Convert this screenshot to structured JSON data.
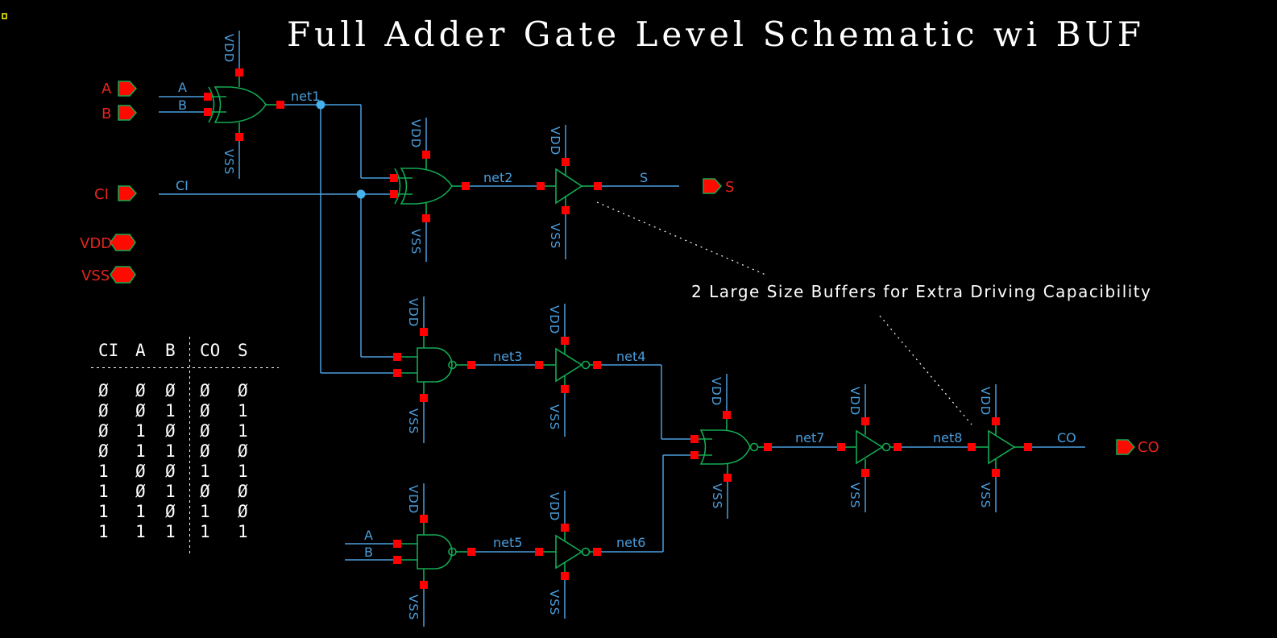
{
  "title": "Full Adder Gate Level Schematic wi BUF",
  "annotation": "2 Large Size Buffers for Extra Driving Capacibility",
  "supply_labels": {
    "vdd": "VDD",
    "vss": "VSS"
  },
  "io_pins": {
    "a": {
      "label": "A"
    },
    "b": {
      "label": "B"
    },
    "ci": {
      "label": "CI"
    },
    "vdd": {
      "label": "VDD"
    },
    "vss": {
      "label": "VSS"
    },
    "s": {
      "label": "S"
    },
    "co": {
      "label": "CO"
    }
  },
  "wire_labels": {
    "a_top": "A",
    "b_top": "B",
    "ci": "CI",
    "a_bottom": "A",
    "b_bottom": "B",
    "s": "S",
    "co": "CO"
  },
  "nets": {
    "net1": "net1",
    "net2": "net2",
    "net3": "net3",
    "net4": "net4",
    "net5": "net5",
    "net6": "net6",
    "net7": "net7",
    "net8": "net8"
  },
  "truth_table": {
    "headers": [
      "CI",
      "A",
      "B",
      "CO",
      "S"
    ],
    "rows": [
      [
        "Ø",
        "Ø",
        "Ø",
        "Ø",
        "Ø"
      ],
      [
        "Ø",
        "Ø",
        "1",
        "Ø",
        "1"
      ],
      [
        "Ø",
        "1",
        "Ø",
        "Ø",
        "1"
      ],
      [
        "Ø",
        "1",
        "1",
        "Ø",
        "Ø"
      ],
      [
        "1",
        "Ø",
        "Ø",
        "1",
        "1"
      ],
      [
        "1",
        "Ø",
        "1",
        "Ø",
        "Ø"
      ],
      [
        "1",
        "1",
        "Ø",
        "1",
        "Ø"
      ],
      [
        "1",
        "1",
        "1",
        "1",
        "1"
      ]
    ]
  },
  "colors": {
    "background": "#000000",
    "wire_blue": "#4a9edd",
    "gate_green": "#12ab52",
    "pin_red": "#ff0000",
    "label_red": "#e8251c",
    "text_white": "#ffffff",
    "junction_blue": "#45b2ee",
    "origin_marker_yellow": "#ffff00"
  }
}
